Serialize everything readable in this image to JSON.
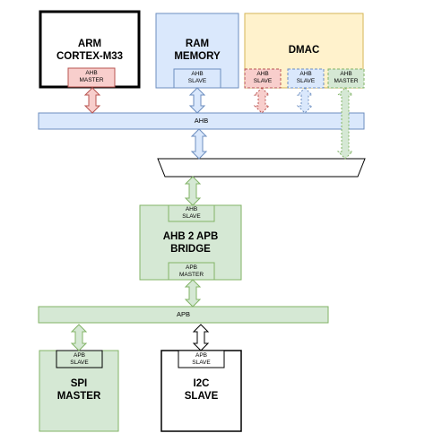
{
  "blocks": {
    "arm": {
      "title_line1": "ARM",
      "title_line2": "CORTEX-M33",
      "port_line1": "AHB",
      "port_line2": "MASTER"
    },
    "ram": {
      "title_line1": "RAM",
      "title_line2": "MEMORY",
      "port_line1": "AHB",
      "port_line2": "SLAVE"
    },
    "dmac": {
      "title": "DMAC",
      "ports": [
        {
          "line1": "AHB",
          "line2": "SLAVE"
        },
        {
          "line1": "AHB",
          "line2": "SLAVE"
        },
        {
          "line1": "AHB",
          "line2": "MASTER"
        }
      ]
    },
    "bridge": {
      "title_line1": "AHB 2 APB",
      "title_line2": "BRIDGE",
      "top_port_line1": "AHB",
      "top_port_line2": "SLAVE",
      "bottom_port_line1": "APB",
      "bottom_port_line2": "MASTER"
    },
    "spi": {
      "title_line1": "SPI",
      "title_line2": "MASTER",
      "port_line1": "APB",
      "port_line2": "SLAVE"
    },
    "i2c": {
      "title_line1": "I2C",
      "title_line2": "SLAVE",
      "port_line1": "APB",
      "port_line2": "SLAVE"
    }
  },
  "buses": {
    "ahb": "AHB",
    "apb": "APB"
  },
  "colors": {
    "blue_fill": "#dae8fc",
    "blue_stroke": "#6c8ebf",
    "green_fill": "#d5e8d4",
    "green_stroke": "#82b366",
    "red_fill": "#f8cecc",
    "red_stroke": "#b85450",
    "yellow_fill": "#fff2cc",
    "yellow_stroke": "#d6b656"
  }
}
